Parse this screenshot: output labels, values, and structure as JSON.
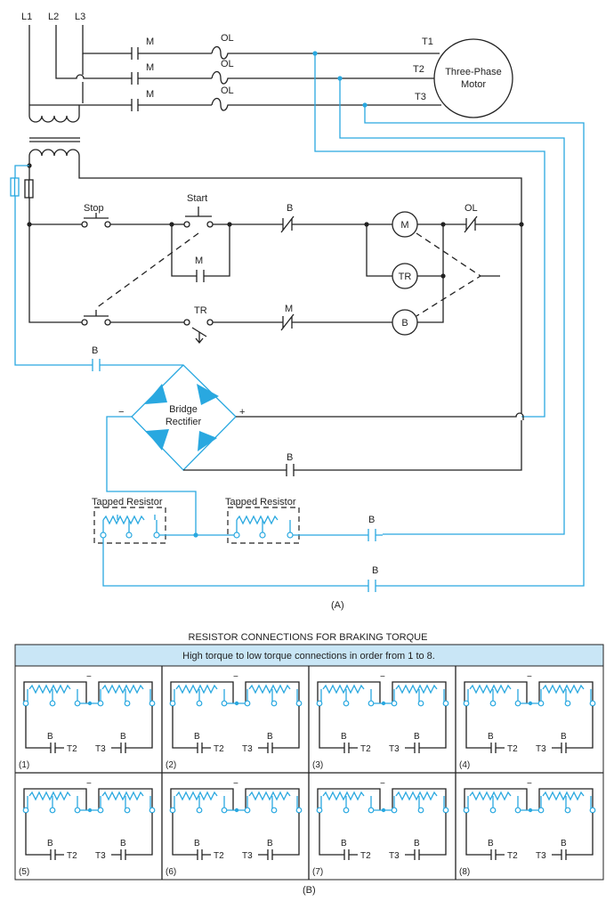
{
  "lines": {
    "l1": "L1",
    "l2": "L2",
    "l3": "L3"
  },
  "power": {
    "m": "M",
    "ol": "OL",
    "t1": "T1",
    "t2": "T2",
    "t3": "T3",
    "motor_line1": "Three-Phase",
    "motor_line2": "Motor"
  },
  "control": {
    "stop": "Stop",
    "start": "Start",
    "m_contact": "M",
    "tr_contact": "TR",
    "b_nc_top": "B",
    "m_nc_bottom": "M",
    "ol": "OL",
    "coil_m": "M",
    "coil_tr": "TR",
    "coil_b": "B"
  },
  "braking": {
    "b_contact_left": "B",
    "minus": "−",
    "plus": "+",
    "bridge_line1": "Bridge",
    "bridge_line2": "Rectifier",
    "b_contact_lower": "B",
    "tapped_resistor_1": "Tapped Resistor",
    "tapped_resistor_2": "Tapped Resistor",
    "b_contact_t2": "B",
    "b_contact_t3": "B"
  },
  "caption_a": "(A)",
  "panel": {
    "title": "RESISTOR CONNECTIONS FOR BRAKING TORQUE",
    "subtitle": "High torque to low torque connections in order from 1 to 8.",
    "cell_b": "B",
    "cell_t2": "T2",
    "cell_t3": "T3",
    "cell_minus": "−",
    "cells": [
      "(1)",
      "(2)",
      "(3)",
      "(4)",
      "(5)",
      "(6)",
      "(7)",
      "(8)"
    ]
  },
  "caption_b": "(B)",
  "colors": {
    "accent": "#29a8e0",
    "header_bg": "#c9e6f6",
    "ink": "#222222"
  }
}
